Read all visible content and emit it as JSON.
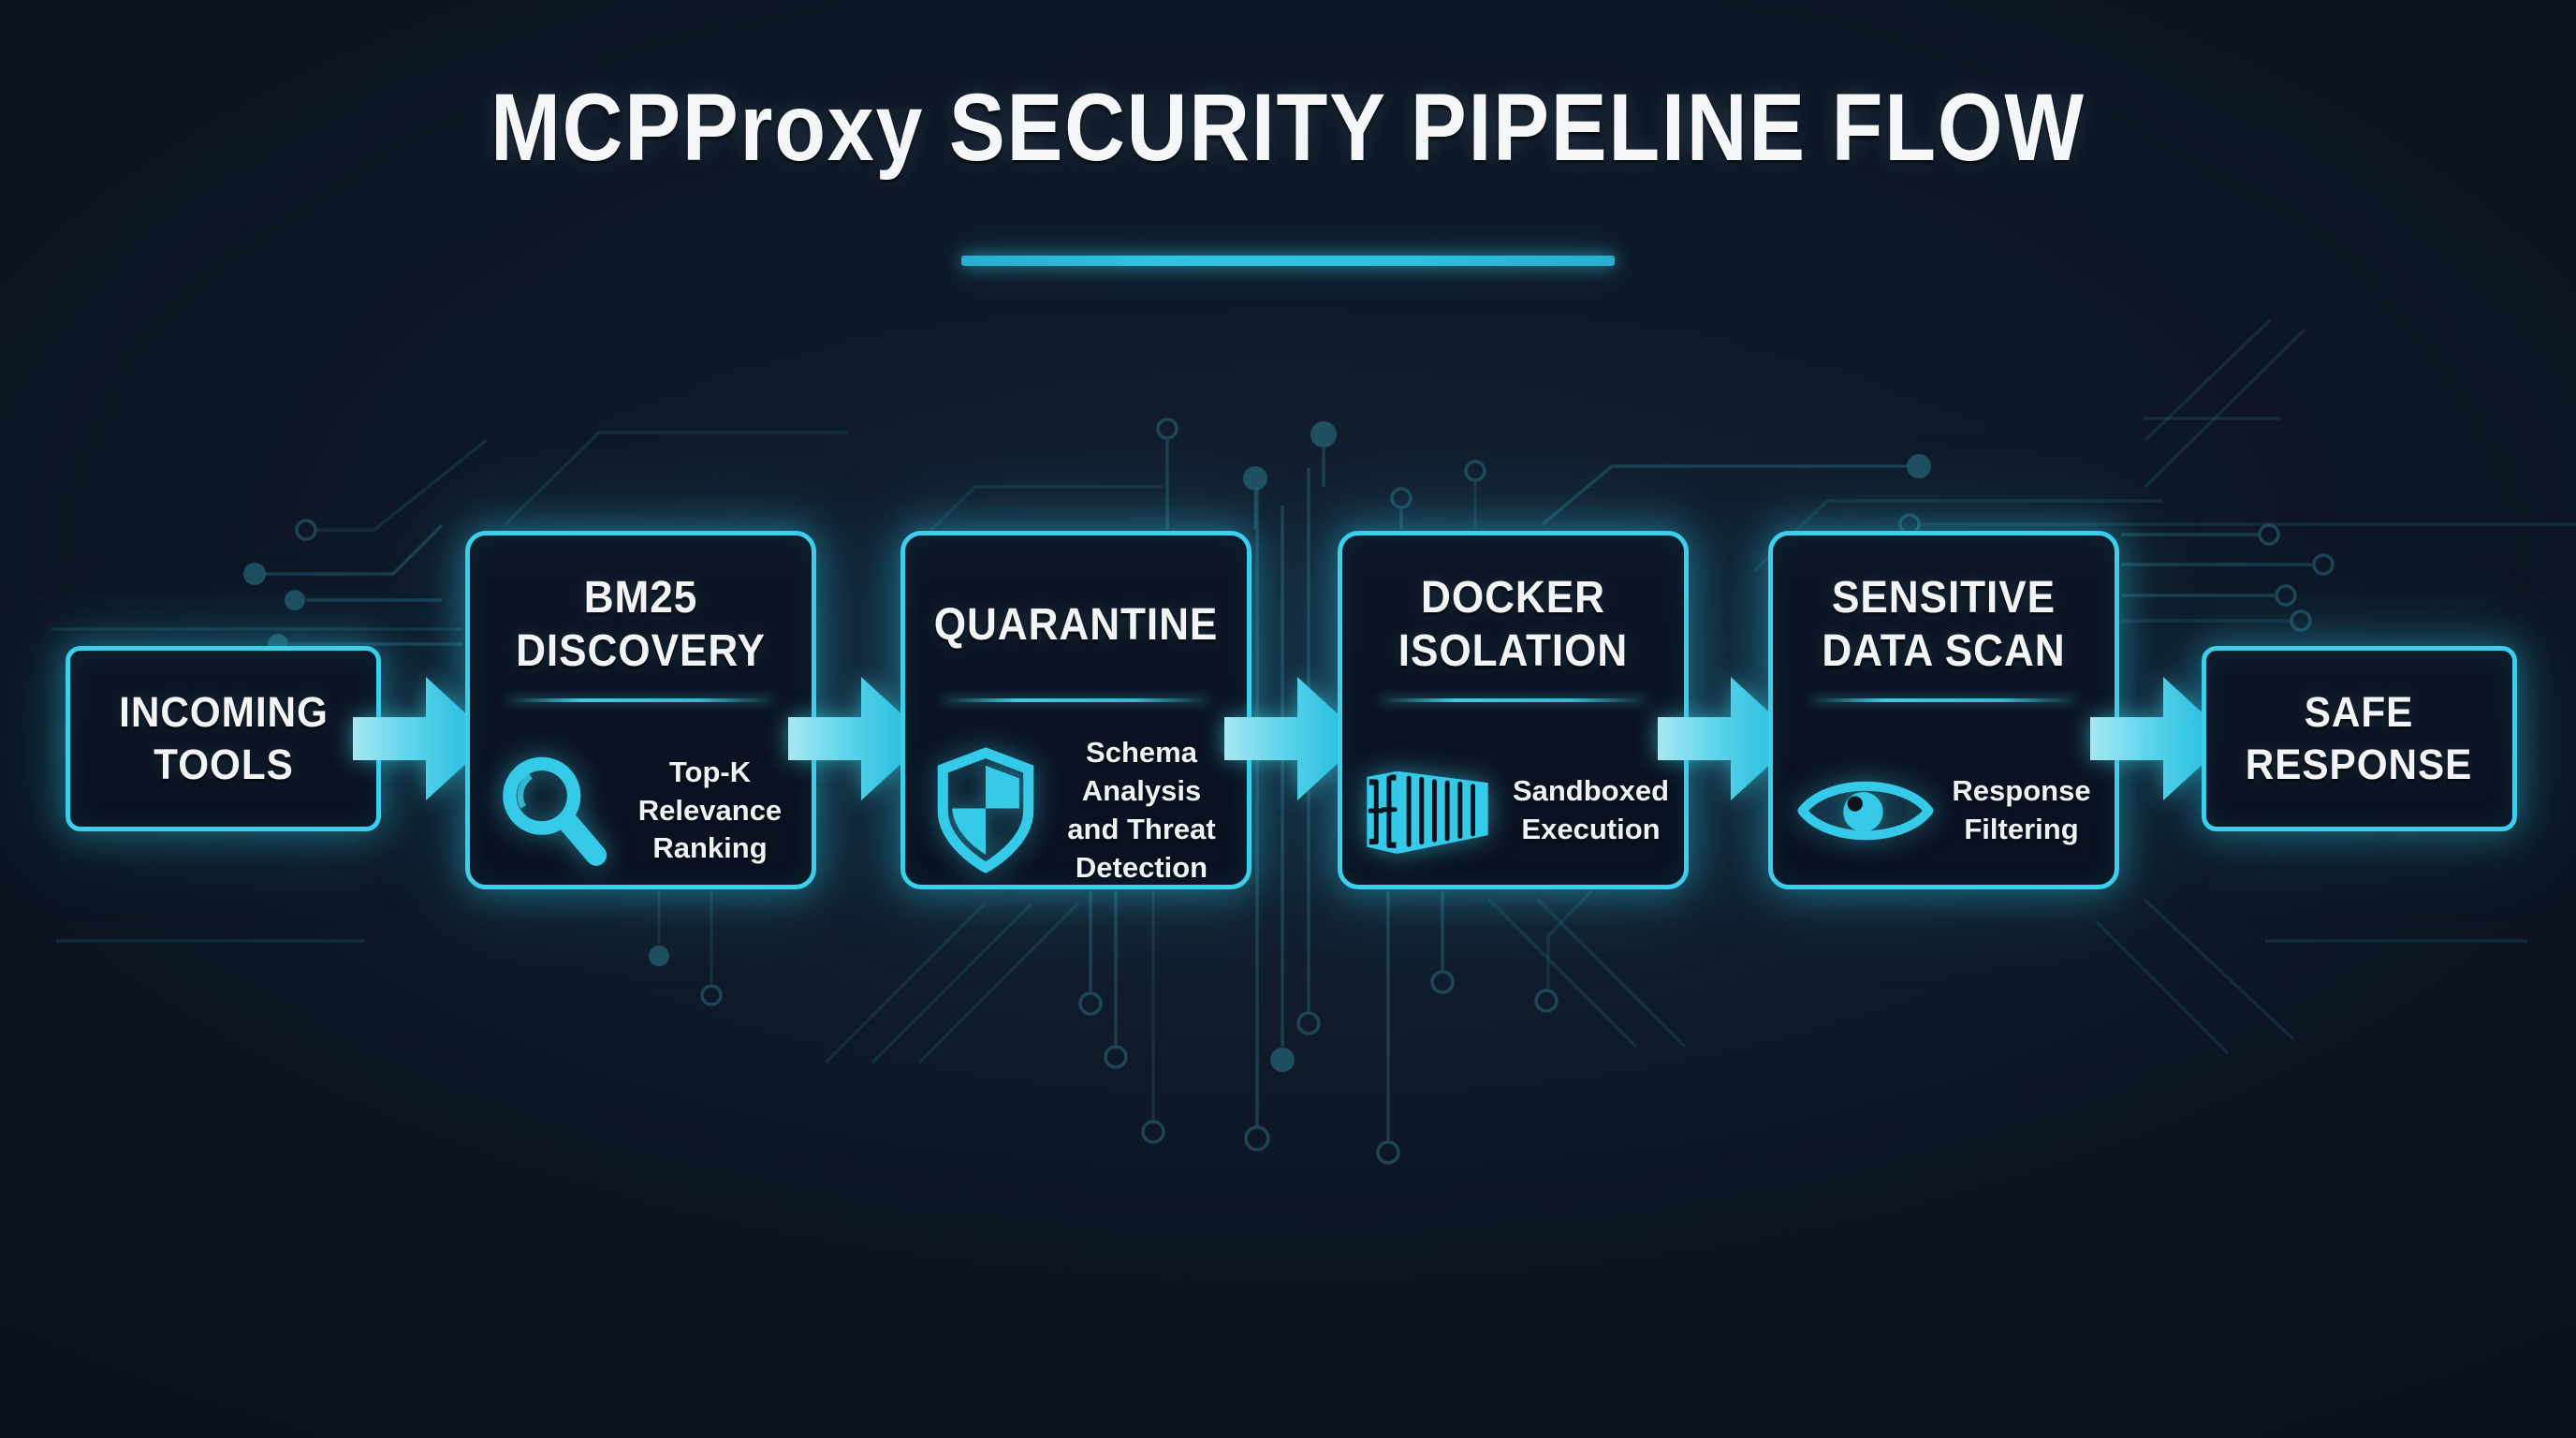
{
  "header": {
    "title": "MCPProxy SECURITY PIPELINE FLOW"
  },
  "pipeline": {
    "flow_direction": "left-to-right",
    "nodes": [
      {
        "id": "incoming-tools",
        "title_lines": [
          "INCOMING",
          "TOOLS"
        ],
        "role": "input"
      },
      {
        "id": "bm25-discovery",
        "title_lines": [
          "BM25",
          "DISCOVERY"
        ],
        "body": "Top-K Relevance Ranking",
        "icon": "magnifier-icon"
      },
      {
        "id": "quarantine",
        "title_lines": [
          "QUARANTINE"
        ],
        "body": "Schema Analysis and Threat Detection",
        "icon": "shield-icon"
      },
      {
        "id": "docker-isolation",
        "title_lines": [
          "DOCKER",
          "ISOLATION"
        ],
        "body": "Sandboxed Execution",
        "icon": "container-icon"
      },
      {
        "id": "sensitive-data-scan",
        "title_lines": [
          "SENSITIVE",
          "DATA SCAN"
        ],
        "body": "Response Filtering",
        "icon": "eye-icon"
      },
      {
        "id": "safe-response",
        "title_lines": [
          "SAFE",
          "RESPONSE"
        ],
        "role": "output"
      }
    ]
  },
  "colors": {
    "background": "#0d1624",
    "node_background": "#0a1220",
    "accent_cyan": "#3ccfec",
    "underline_cyan": "#2ab5d6",
    "text_white": "#f3f5f7",
    "circuit_teal": "#2a7183"
  }
}
